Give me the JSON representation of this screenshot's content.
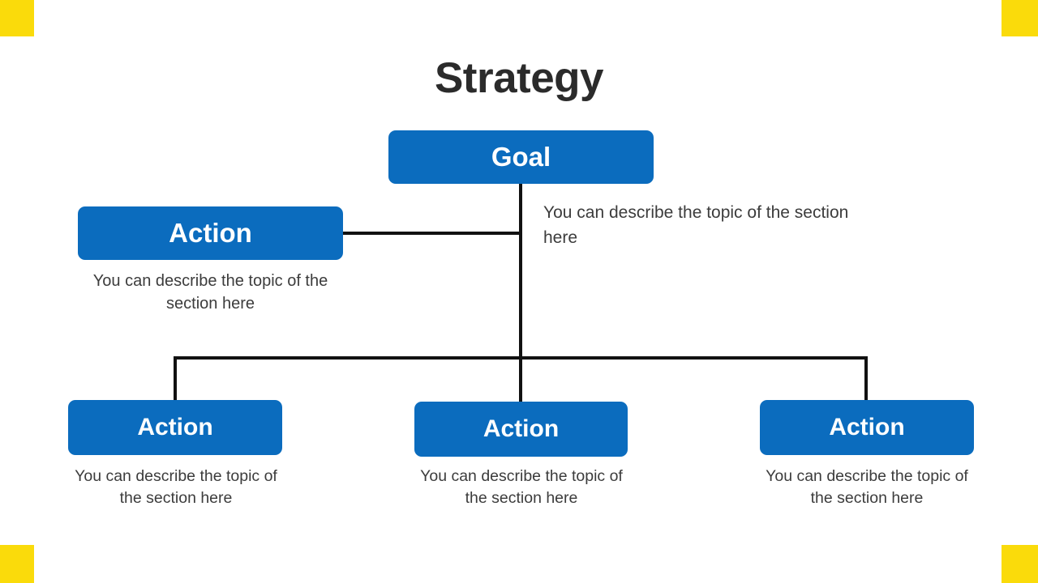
{
  "slide": {
    "title": "Strategy",
    "background_color": "#FFFFFF",
    "accent_color": "#FADB0B",
    "node_color": "#0B6CBE",
    "node_text_color": "#FFFFFF",
    "caption_color": "#3C3C3C",
    "line_color": "#111111"
  },
  "diagram": {
    "type": "org-tree",
    "root": {
      "label": "Goal",
      "caption": "You can describe the topic of the section here"
    },
    "branches": [
      {
        "label": "Action",
        "caption": "You can describe the topic of the section here",
        "position": "left"
      },
      {
        "label": "Action",
        "caption": "You can describe the topic of the section here",
        "position": "bottom-left"
      },
      {
        "label": "Action",
        "caption": "You can describe the topic of the section here",
        "position": "bottom-center"
      },
      {
        "label": "Action",
        "caption": "You can describe the topic of the section here",
        "position": "bottom-right"
      }
    ]
  }
}
